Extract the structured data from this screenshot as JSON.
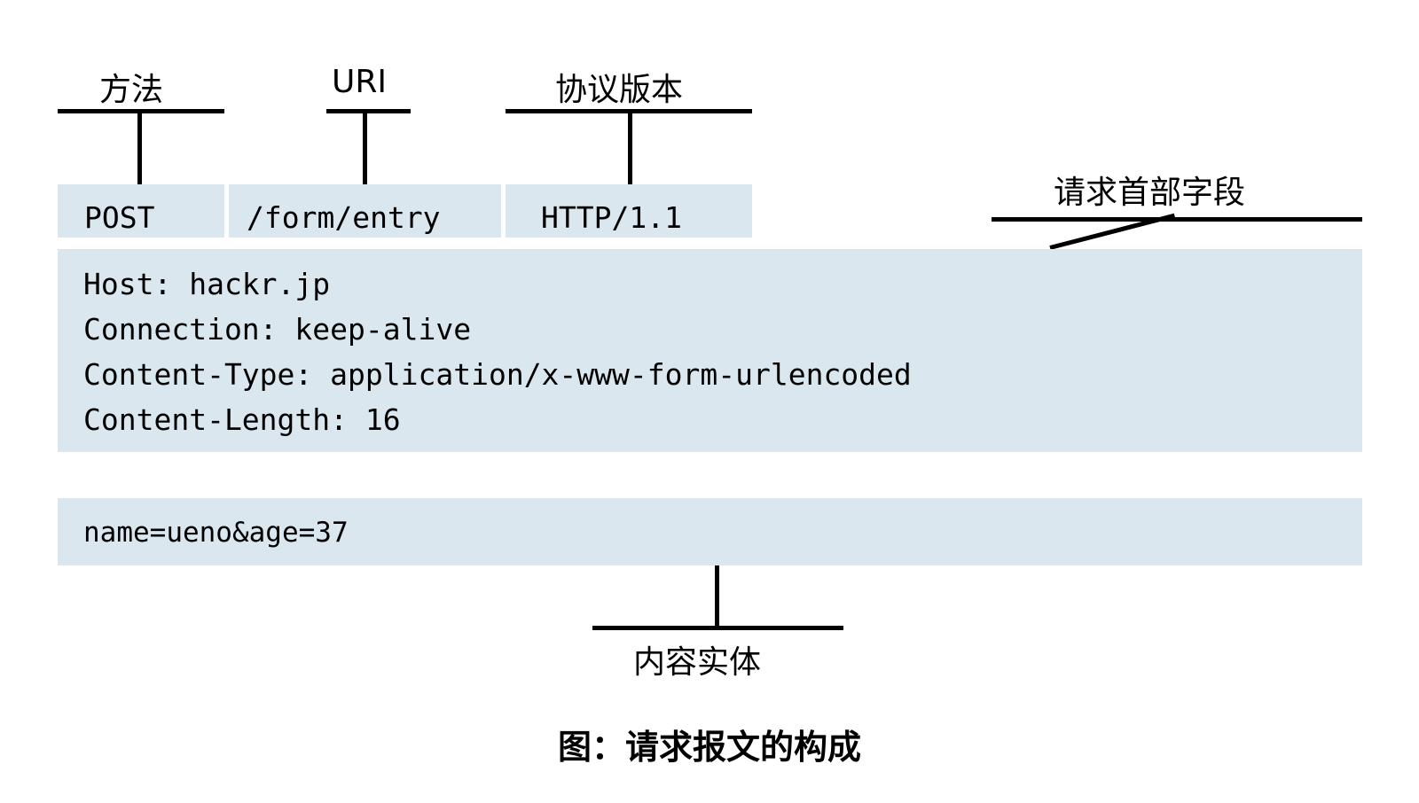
{
  "figure": {
    "caption": "图：请求报文的构成"
  },
  "colors": {
    "block_fill": "#dae7ef",
    "rule": "#000000",
    "text": "#000000",
    "background": "#ffffff"
  },
  "annotations": {
    "method": "方法",
    "uri": "URI",
    "protocol_version": "协议版本",
    "request_header_fields": "请求首部字段",
    "entity_body": "内容实体"
  },
  "request_line": {
    "method": "POST",
    "uri": "/form/entry",
    "version": "HTTP/1.1"
  },
  "headers": {
    "lines": [
      "Host: hackr.jp",
      "Connection: keep-alive",
      "Content-Type: application/x-www-form-urlencoded",
      "Content-Length: 16"
    ]
  },
  "body": {
    "text": "name=ueno&age=37"
  }
}
